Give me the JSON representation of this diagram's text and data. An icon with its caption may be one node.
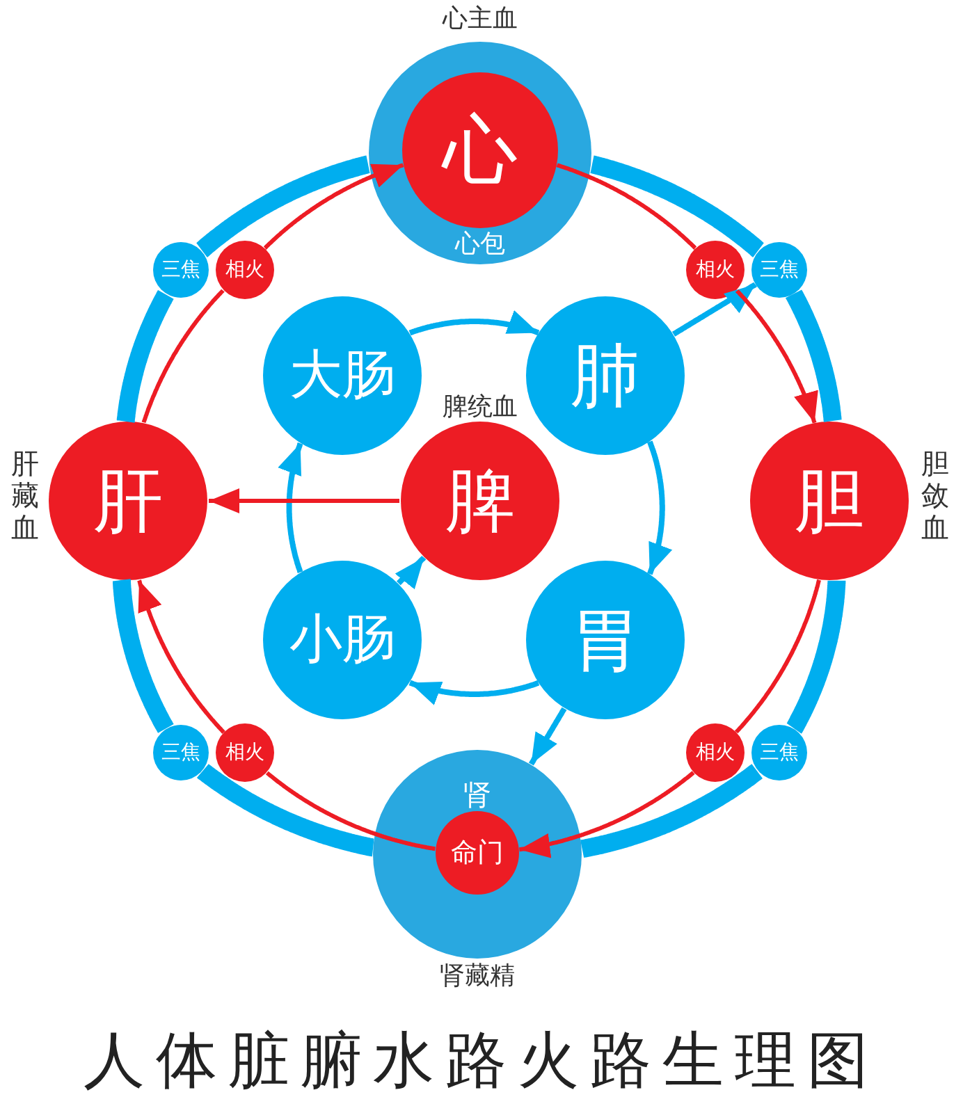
{
  "diagram": {
    "title": "人体脏腑水路火路生理图",
    "nodes": [
      {
        "text": [
          "心包"
        ],
        "beside": [
          "心主血"
        ]
      },
      {
        "text": [
          "心"
        ],
        "in": 0
      },
      {
        "text": [
          "三焦"
        ]
      },
      {
        "text": [
          "相火"
        ]
      },
      {
        "text": [
          "相火"
        ]
      },
      {
        "text": [
          "三焦"
        ]
      },
      {
        "text": [
          "大肠"
        ]
      },
      {
        "text": [
          "肺"
        ]
      },
      {
        "text": [
          "肝"
        ],
        "beside": [
          "肝藏血"
        ]
      },
      {
        "text": [
          "脾"
        ],
        "beside": [
          "脾统血"
        ]
      },
      {
        "text": [
          "胆"
        ],
        "beside": [
          "胆敛血"
        ]
      },
      {
        "text": [
          "小肠"
        ]
      },
      {
        "text": [
          "胃"
        ]
      },
      {
        "text": [
          "三焦"
        ]
      },
      {
        "text": [
          "相火"
        ]
      },
      {
        "text": [
          "相火"
        ]
      },
      {
        "text": [
          "三焦"
        ]
      },
      {
        "text": [
          "肾"
        ],
        "beside": [
          "肾藏精"
        ]
      },
      {
        "text": [
          "命门"
        ],
        "in": 17
      }
    ],
    "edges": [
      {
        "from": 6,
        "to": 7,
        "arrow": "to",
        "color": "#00aeef"
      },
      {
        "from": 7,
        "to": 12,
        "arrow": "to",
        "color": "#00aeef"
      },
      {
        "from": 12,
        "to": 11,
        "arrow": "to",
        "color": "#00aeef"
      },
      {
        "from": 11,
        "to": 6,
        "arrow": "to",
        "color": "#00aeef"
      },
      {
        "from": 11,
        "to": 9,
        "arrow": "to",
        "color": "#00aeef"
      },
      {
        "from": 7,
        "to": 5,
        "arrow": "to",
        "color": "#00aeef"
      },
      {
        "from": 12,
        "to": 17,
        "arrow": "to",
        "color": "#00aeef"
      },
      {
        "from": 9,
        "to": 8,
        "arrow": "to",
        "color": "#ed1c24"
      },
      {
        "from": 1,
        "to": 4,
        "arrow": "none",
        "color": "#ed1c24"
      },
      {
        "from": 4,
        "to": 10,
        "arrow": "to",
        "color": "#ed1c24"
      },
      {
        "from": 10,
        "to": 15,
        "arrow": "none",
        "color": "#ed1c24"
      },
      {
        "from": 15,
        "to": 18,
        "arrow": "to",
        "color": "#ed1c24"
      },
      {
        "from": 18,
        "to": 14,
        "arrow": "none",
        "color": "#ed1c24"
      },
      {
        "from": 14,
        "to": 8,
        "arrow": "to",
        "color": "#ed1c24"
      },
      {
        "from": 8,
        "to": 3,
        "arrow": "none",
        "color": "#ed1c24"
      },
      {
        "from": 3,
        "to": 1,
        "arrow": "to",
        "color": "#ed1c24"
      },
      {
        "from": 0,
        "to": 5,
        "arrow": "none",
        "style": "thick",
        "color": "#00aeef"
      },
      {
        "from": 5,
        "to": 10,
        "arrow": "none",
        "style": "thick",
        "color": "#00aeef"
      },
      {
        "from": 10,
        "to": 16,
        "arrow": "none",
        "style": "thick",
        "color": "#00aeef"
      },
      {
        "from": 16,
        "to": 17,
        "arrow": "none",
        "style": "thick",
        "color": "#00aeef"
      },
      {
        "from": 17,
        "to": 13,
        "arrow": "none",
        "style": "thick",
        "color": "#00aeef"
      },
      {
        "from": 13,
        "to": 8,
        "arrow": "none",
        "style": "thick",
        "color": "#00aeef"
      },
      {
        "from": 8,
        "to": 2,
        "arrow": "none",
        "style": "thick",
        "color": "#00aeef"
      },
      {
        "from": 2,
        "to": 0,
        "arrow": "none",
        "style": "thick",
        "color": "#00aeef"
      }
    ]
  }
}
